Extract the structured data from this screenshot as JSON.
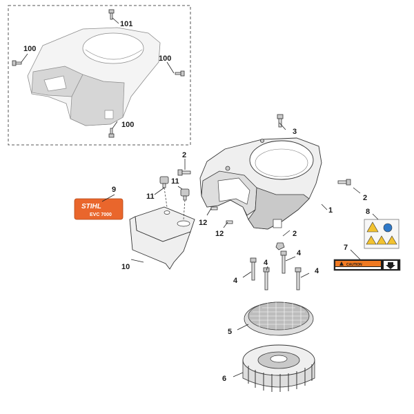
{
  "callouts": {
    "c100_top": "101",
    "c100_left": "100",
    "c100_right": "100",
    "c100_bottom": "100",
    "c1": "1",
    "c2_top": "2",
    "c2_right": "2",
    "c2_mid": "2",
    "c3": "3",
    "c4_a": "4",
    "c4_b": "4",
    "c4_c": "4",
    "c4_d": "4",
    "c5": "5",
    "c6": "6",
    "c7": "7",
    "c8": "8",
    "c9": "9",
    "c10": "10",
    "c11_a": "11",
    "c11_b": "11",
    "c12_a": "12",
    "c12_b": "12"
  },
  "decal_stihl": {
    "brand": "STIHL",
    "model": "EVC 7000",
    "sub": "EVC"
  },
  "decal_caution": {
    "label": "CAUTION"
  },
  "colors": {
    "stihl_orange": "#e9662c",
    "caution_orange": "#f07a22",
    "warning_yellow": "#f2c230",
    "info_blue": "#2e78c8"
  }
}
